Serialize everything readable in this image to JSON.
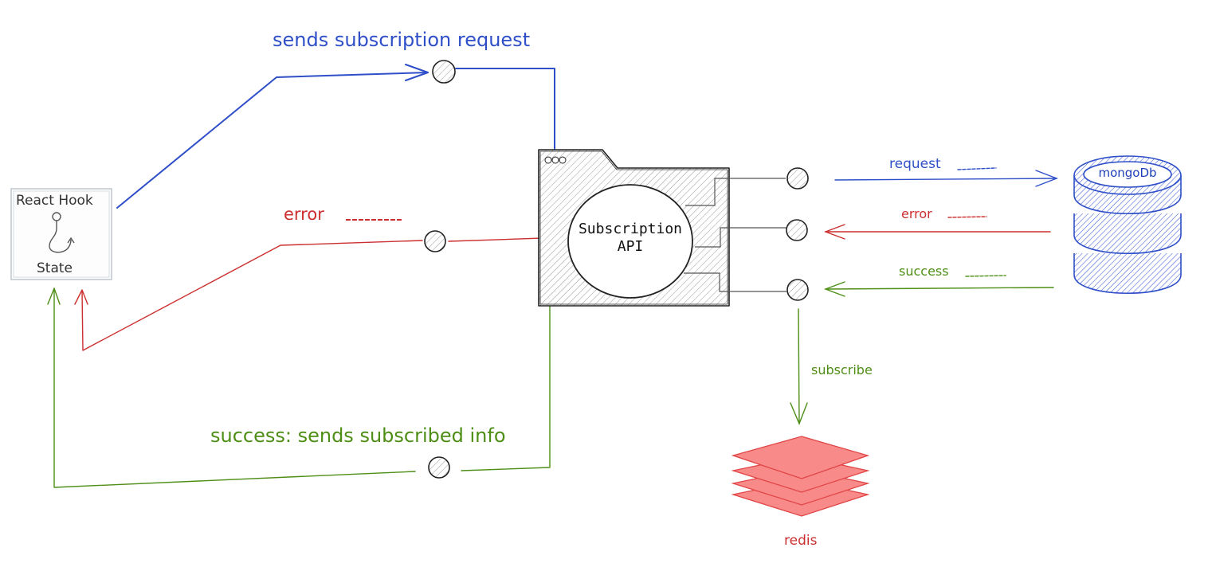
{
  "colors": {
    "blue": "#2f4fc8",
    "red": "#cc2f2f",
    "green": "#4e8e16",
    "redis_fill": "#f98a8a",
    "redis_stroke": "#e04545",
    "stroke": "#222222"
  },
  "react_hook": {
    "title": "React Hook",
    "subtitle": "State",
    "icon": "hook-icon"
  },
  "api": {
    "title_line1": "Subscription",
    "title_line2": "API"
  },
  "client_flows": {
    "request": "sends subscription request",
    "error": "error",
    "success": "success: sends subscribed info"
  },
  "db_flows": {
    "request": "request",
    "error": "error",
    "success": "success",
    "subscribe": "subscribe"
  },
  "mongodb": {
    "label": "mongoDb"
  },
  "redis": {
    "label": "redis"
  }
}
